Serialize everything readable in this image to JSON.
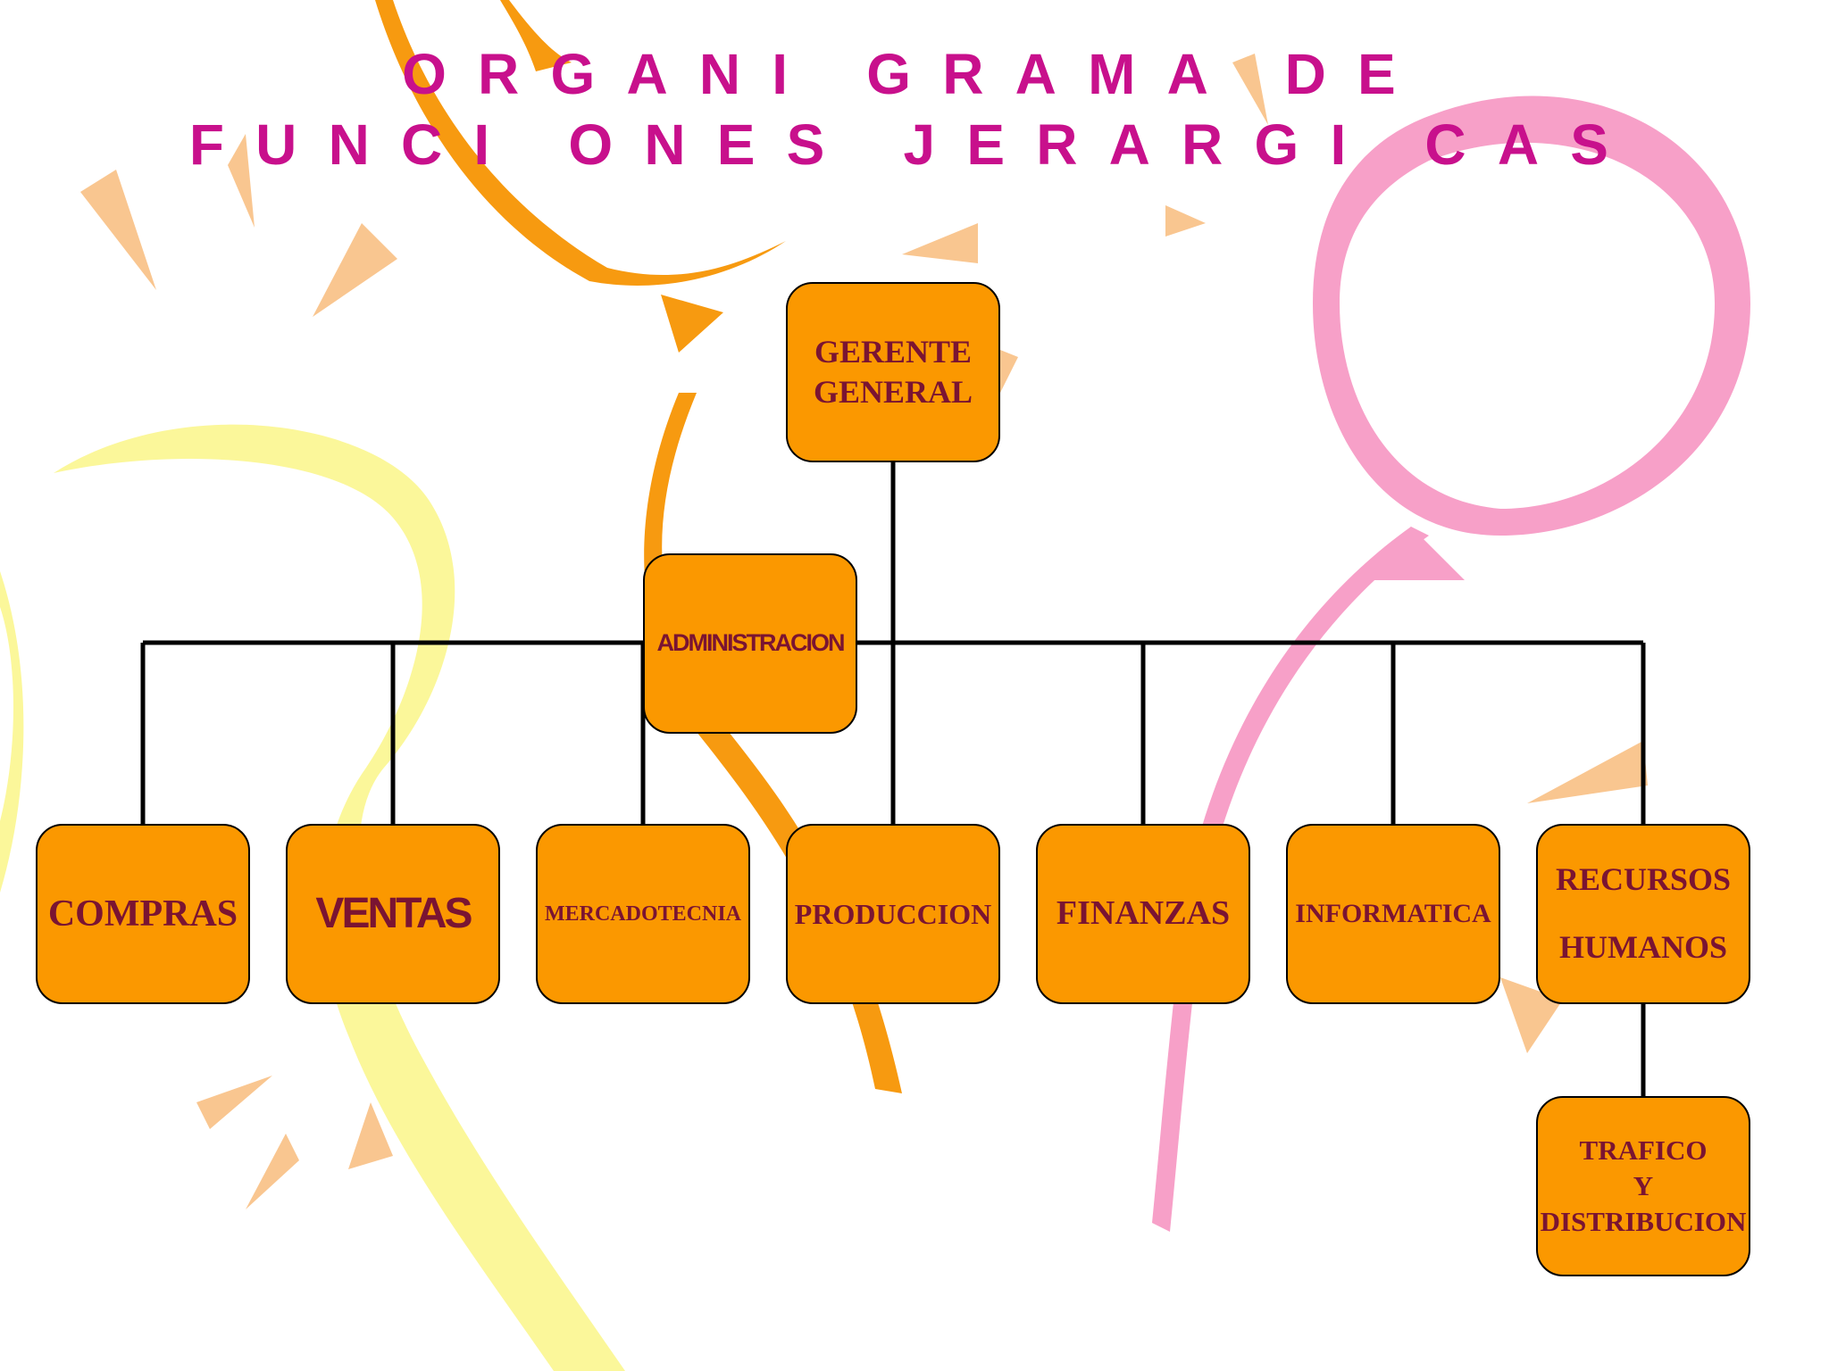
{
  "title": {
    "line1": "ORGANI GRAMA  DE",
    "line2": "FUNCI ONES  JERARGI CAS"
  },
  "colors": {
    "title": "#c8108c",
    "box_fill": "#fb9800",
    "box_text": "#7a1432",
    "connector": "#000000",
    "orange_ribbon": "#f79a10",
    "pink_ribbon": "#f7a0c8",
    "yellow_ribbon": "#fbf79a",
    "confetti": "#f9c690"
  },
  "nodes": {
    "gerente": "GERENTE\nGENERAL",
    "administracion": "ADMINISTRACION",
    "compras": "COMPRAS",
    "ventas": "VENTAS",
    "mercadotecnia": "MERCADOTECNIA",
    "produccion": "PRODUCCION",
    "finanzas": "FINANZAS",
    "informatica": "INFORMATICA",
    "recursos": "RECURSOS\n\nHUMANOS",
    "trafico": "TRAFICO\nY\nDISTRIBUCION"
  }
}
